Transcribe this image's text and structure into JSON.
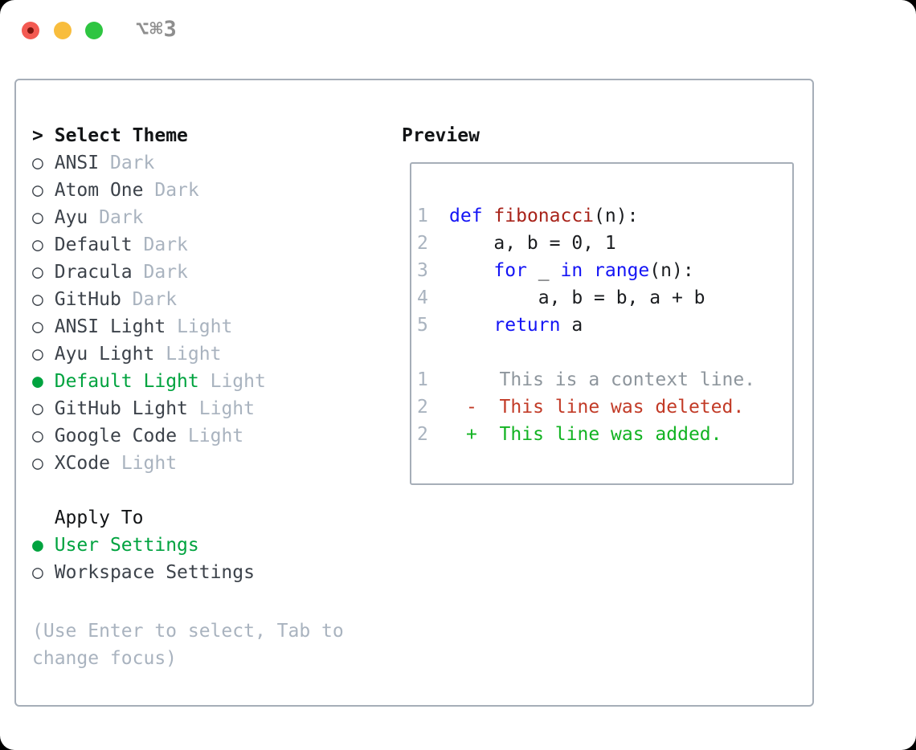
{
  "window": {
    "title": "⌥⌘3"
  },
  "colors": {
    "selection_green": "#00a33f",
    "added_green": "#12b322",
    "deleted_red": "#c23b27",
    "keyword_blue": "#1414f5",
    "function_red": "#a8231a",
    "muted_gray": "#a9b3bf",
    "context_gray": "#8e969d",
    "text_dark": "#3c424a",
    "heading_black": "#121416",
    "code_text": "#1b1d20",
    "border_gray": "#a6aeb8",
    "traffic_red": "#f35a52",
    "traffic_red_dot": "#7d150e",
    "traffic_yellow": "#f8bd3d",
    "traffic_green": "#2ec541",
    "title_gray": "#8e8e8e"
  },
  "icons": {
    "prompt": ">",
    "radio_selected": "●",
    "radio_unselected": "○"
  },
  "select_theme": {
    "heading": "Select Theme",
    "themes": [
      {
        "name": "ANSI",
        "variant": "Dark",
        "selected": false
      },
      {
        "name": "Atom One",
        "variant": "Dark",
        "selected": false
      },
      {
        "name": "Ayu",
        "variant": "Dark",
        "selected": false
      },
      {
        "name": "Default",
        "variant": "Dark",
        "selected": false
      },
      {
        "name": "Dracula",
        "variant": "Dark",
        "selected": false
      },
      {
        "name": "GitHub",
        "variant": "Dark",
        "selected": false
      },
      {
        "name": "ANSI Light",
        "variant": "Light",
        "selected": false
      },
      {
        "name": "Ayu Light",
        "variant": "Light",
        "selected": false
      },
      {
        "name": "Default Light",
        "variant": "Light",
        "selected": true
      },
      {
        "name": "GitHub Light",
        "variant": "Light",
        "selected": false
      },
      {
        "name": "Google Code",
        "variant": "Light",
        "selected": false
      },
      {
        "name": "XCode",
        "variant": "Light",
        "selected": false
      }
    ]
  },
  "apply_to": {
    "heading": "Apply To",
    "options": [
      {
        "label": "User Settings",
        "selected": true
      },
      {
        "label": "Workspace Settings",
        "selected": false
      }
    ]
  },
  "hint_lines": [
    "(Use Enter to select, Tab to",
    "change focus)"
  ],
  "preview": {
    "heading": "Preview",
    "code_lines": [
      {
        "num": "1",
        "diff": false,
        "segments": [
          {
            "t": "def",
            "c": "kw"
          },
          {
            "t": " "
          },
          {
            "t": "fibonacci",
            "c": "fn"
          },
          {
            "t": "(n):"
          }
        ]
      },
      {
        "num": "2",
        "diff": false,
        "segments": [
          {
            "t": "    a, b = 0, 1"
          }
        ]
      },
      {
        "num": "3",
        "diff": false,
        "segments": [
          {
            "t": "    "
          },
          {
            "t": "for",
            "c": "kw"
          },
          {
            "t": " _ "
          },
          {
            "t": "in",
            "c": "kw"
          },
          {
            "t": " "
          },
          {
            "t": "range",
            "c": "kw"
          },
          {
            "t": "(n):"
          }
        ]
      },
      {
        "num": "4",
        "diff": false,
        "segments": [
          {
            "t": "        a, b = b, a + b"
          }
        ]
      },
      {
        "num": "5",
        "diff": false,
        "segments": [
          {
            "t": "    "
          },
          {
            "t": "return",
            "c": "kw"
          },
          {
            "t": " a"
          }
        ]
      },
      {
        "num": "",
        "diff": false,
        "segments": []
      },
      {
        "num": "1",
        "diff": true,
        "segments": [
          {
            "t": "   This is a context line.",
            "c": "ctx"
          }
        ]
      },
      {
        "num": "2",
        "diff": true,
        "segments": [
          {
            "t": "-  This line was deleted.",
            "c": "del"
          }
        ]
      },
      {
        "num": "2",
        "diff": true,
        "segments": [
          {
            "t": "+  This line was added.",
            "c": "add"
          }
        ]
      }
    ]
  }
}
